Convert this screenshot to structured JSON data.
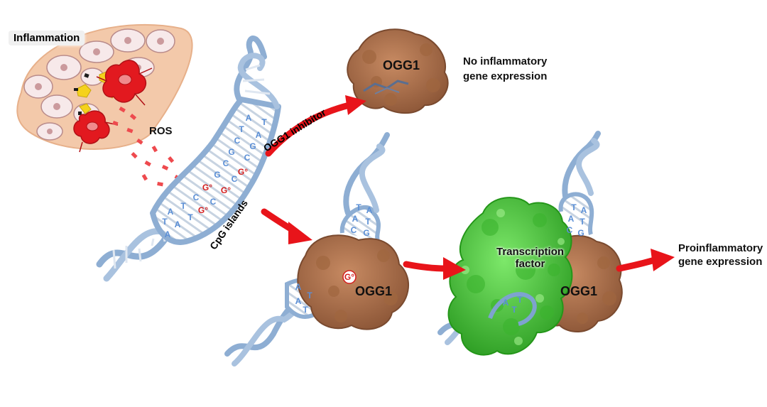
{
  "labels": {
    "inflammation": "Inflammation",
    "ros": "ROS",
    "ogg1_inhibitor": "OGG1 inhibitor",
    "cpg_islands": "CpG islands",
    "ogg1": "OGG1",
    "no_expression_line1": "No inflammatory",
    "no_expression_line2": "gene expression",
    "transcription_line1": "Transcription",
    "transcription_line2": "factor",
    "pro_expression_line1": "Proinflammatory",
    "pro_expression_line2": "gene expression"
  },
  "bases": {
    "adenine": "A",
    "thymine": "T",
    "cytosine": "C",
    "guanine": "G",
    "oxidized_guanine": "G°"
  },
  "colors": {
    "dna_strand": "#8eaed3",
    "dna_rung": "#ffffff",
    "base_letter": "#5b8fd6",
    "oxidized_base": "#d41e1e",
    "ogg1_protein": "#b8774f",
    "transcription_factor": "#4ccc3a",
    "arrow": "#e8141a",
    "cell_fill": "#f2c6a8",
    "immune_cell": "#e2191f"
  }
}
